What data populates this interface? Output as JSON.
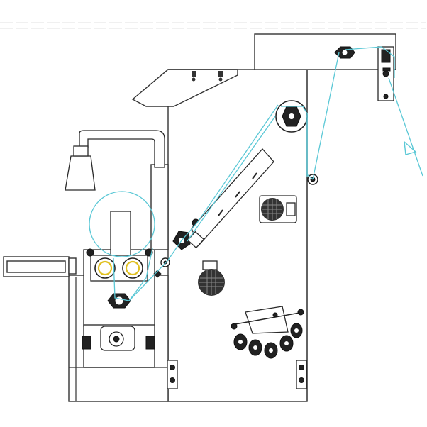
{
  "colors": {
    "web_path": "#5bc8d6",
    "frame_line": "#333333",
    "idler_ring": "#e0c020",
    "parts_fill": "#222222",
    "background": "#ffffff"
  },
  "icons": [
    "unwind-roller-pair",
    "nip-roller",
    "motor",
    "exhaust-hood",
    "knife-holder",
    "web-arrow"
  ]
}
